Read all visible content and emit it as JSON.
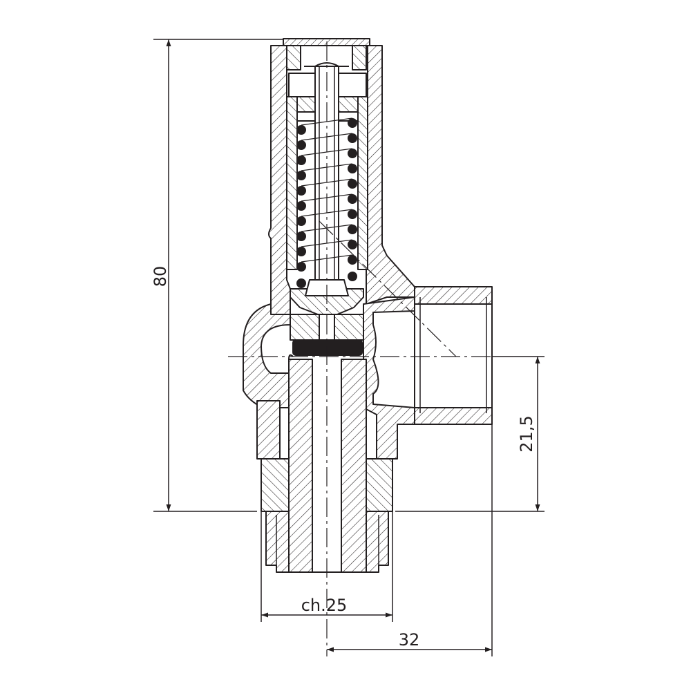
{
  "dimensions": {
    "height_total": "80",
    "thread_offset": "21,5",
    "hex_size": "ch.25",
    "outlet_distance": "32"
  },
  "colors": {
    "line": "#231f20",
    "background": "#ffffff"
  }
}
